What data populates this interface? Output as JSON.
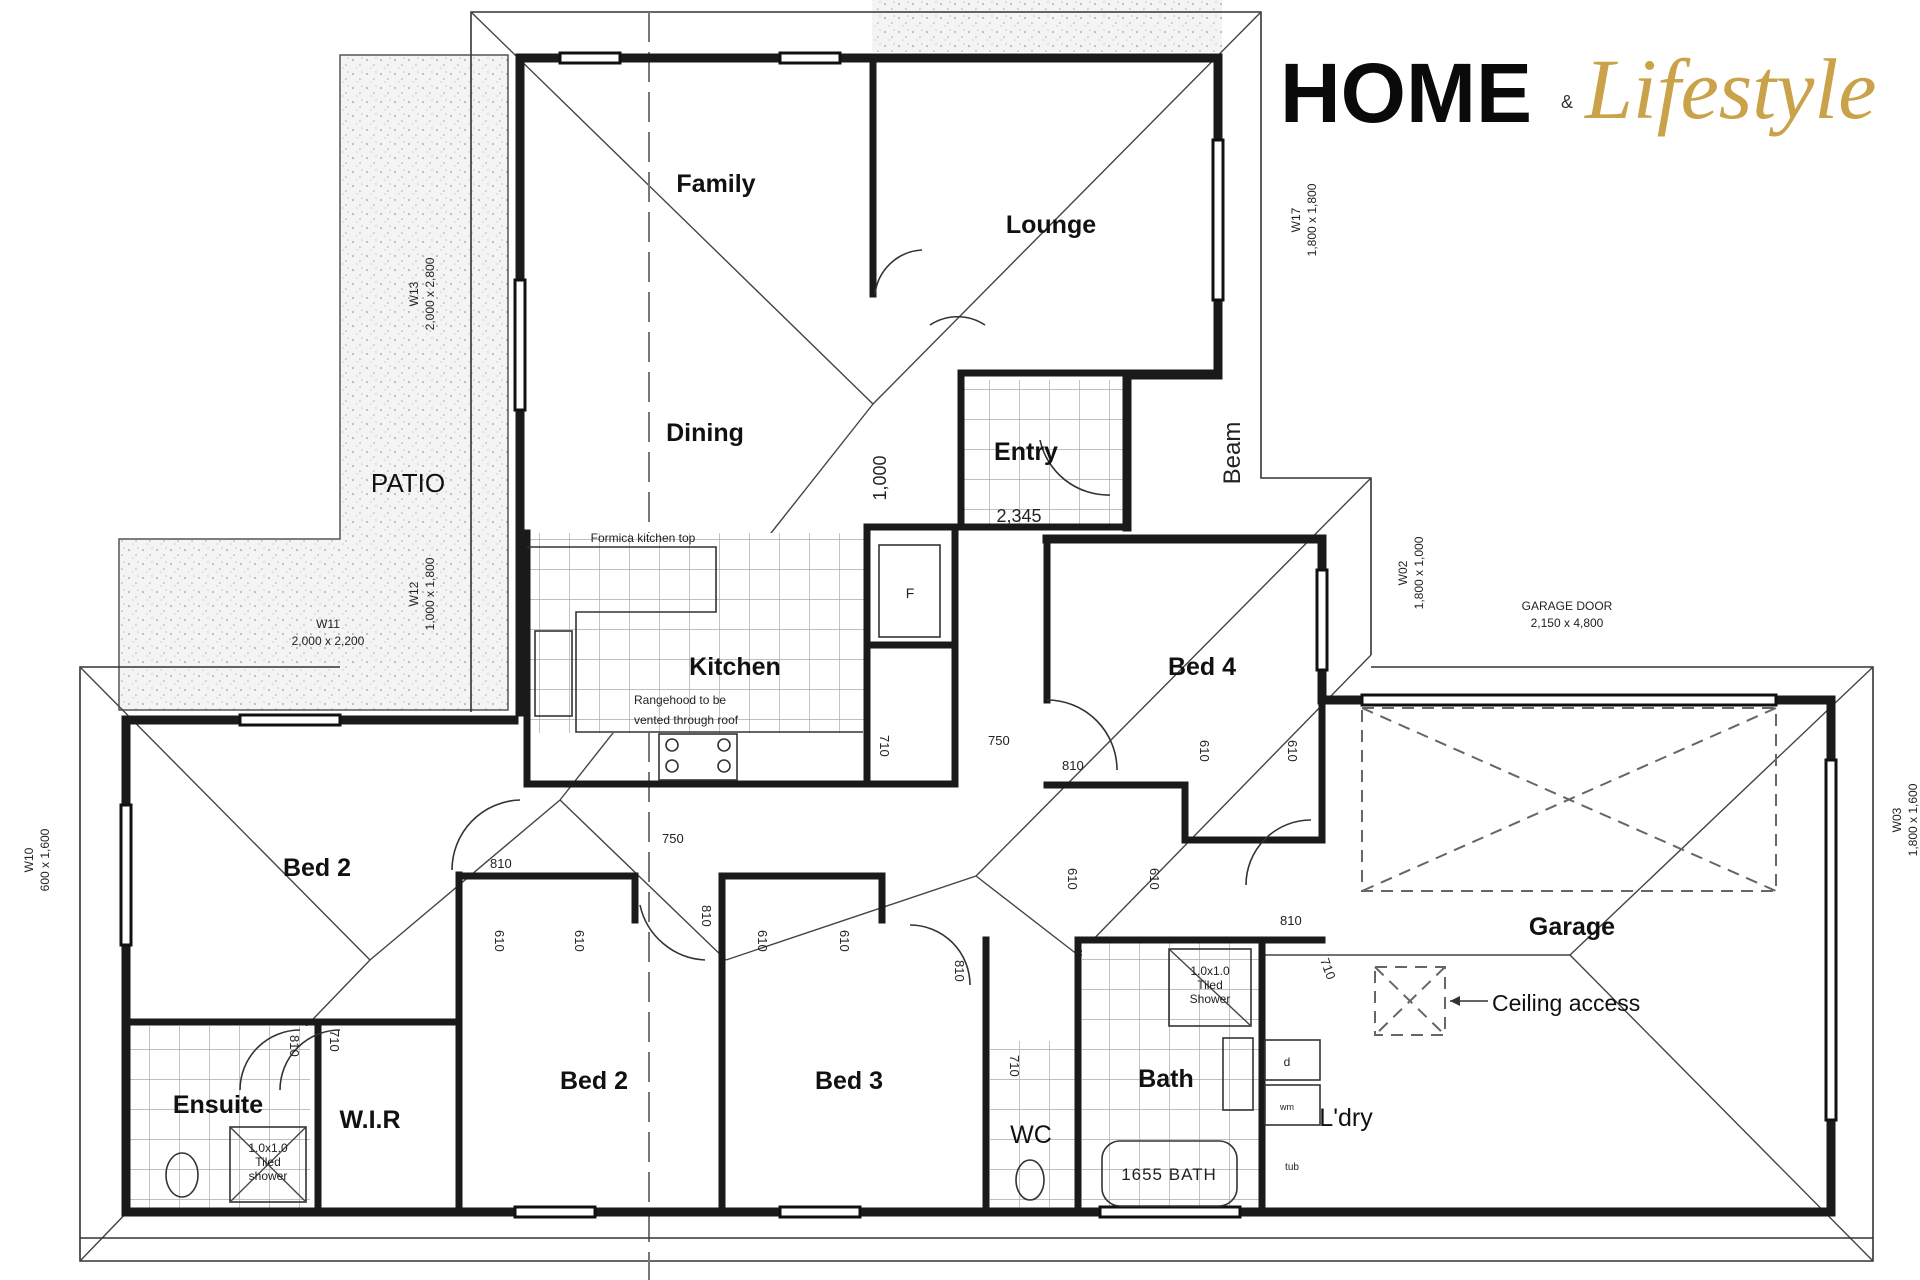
{
  "logo": {
    "home": "HOME",
    "amp": "&",
    "lifestyle": "Lifestyle",
    "accent_color": "#c9a24a"
  },
  "rooms": {
    "family": "Family",
    "lounge": "Lounge",
    "dining": "Dining",
    "entry": "Entry",
    "kitchen": "Kitchen",
    "bed4": "Bed 4",
    "patio": "PATIO",
    "bed2_left": "Bed 2",
    "bed2_mid": "Bed 2",
    "bed3": "Bed 3",
    "ensuite": "Ensuite",
    "wir": "W.I.R",
    "wc": "WC",
    "bath": "Bath",
    "laundry": "L'dry",
    "garage": "Garage"
  },
  "notes": {
    "beam": "Beam",
    "formica": "Formica kitchen top",
    "rangehood_1": "Rangehood to be",
    "rangehood_2": "vented through roof",
    "fridge": "F",
    "ceiling_access": "Ceiling access",
    "bathtub": "1655 BATH",
    "dim_1000": "1,000",
    "dim_2345": "2,345",
    "shower_size": "1.0x1.0",
    "shower_tiled": "Tiled",
    "shower_ensuite": "shower",
    "shower_bath": "Shower",
    "dryer": "d",
    "washer": "wm",
    "tub_label": "tub"
  },
  "windows": {
    "w13": {
      "id": "W13",
      "size": "2,000 x 2,800"
    },
    "w12": {
      "id": "W12",
      "size": "1,000 x 1,800"
    },
    "w11": {
      "id": "W11",
      "size": "2,000 x 2,200"
    },
    "w17": {
      "id": "W17",
      "size": "1,800 x 1,800"
    },
    "w02": {
      "id": "W02",
      "size": "1,800 x 1,000"
    },
    "w10": {
      "id": "W10",
      "size": "600 x 1,600"
    },
    "w03": {
      "id": "W03",
      "size": "1,800 x 1,600"
    },
    "garage_door": {
      "id": "GARAGE DOOR",
      "size": "2,150 x 4,800"
    }
  },
  "doors": [
    "810",
    "810",
    "810",
    "810",
    "810",
    "810",
    "610",
    "610",
    "610",
    "610",
    "610",
    "610",
    "610",
    "610",
    "710",
    "710",
    "710",
    "710",
    "750",
    "750"
  ]
}
